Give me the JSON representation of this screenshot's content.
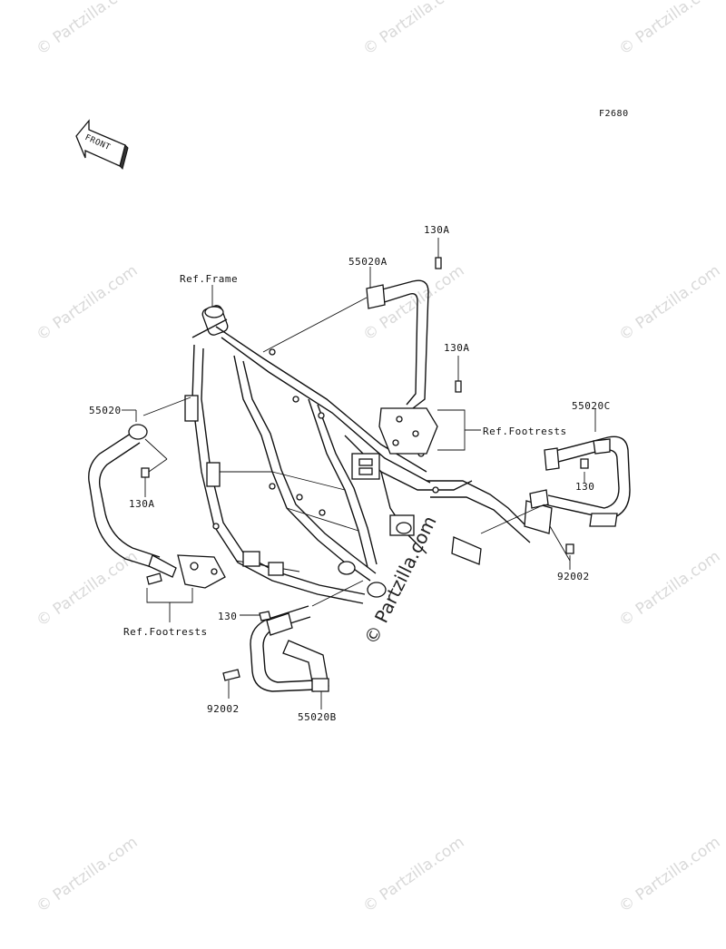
{
  "diagram_code": "F2680",
  "front_arrow_text": "FRONT",
  "watermark_text": "© Partzilla.com",
  "labels": {
    "ref_frame": "Ref.Frame",
    "part_55020A": "55020A",
    "part_130A_top": "130A",
    "part_130A_mid": "130A",
    "part_55020": "55020",
    "part_130A_left": "130A",
    "ref_footrests_right": "Ref.Footrests",
    "part_55020C": "55020C",
    "part_130_right": "130",
    "part_92002_right": "92002",
    "ref_footrests_left": "Ref.Footrests",
    "part_130_left": "130",
    "part_92002_left": "92002",
    "part_55020B": "55020B"
  }
}
